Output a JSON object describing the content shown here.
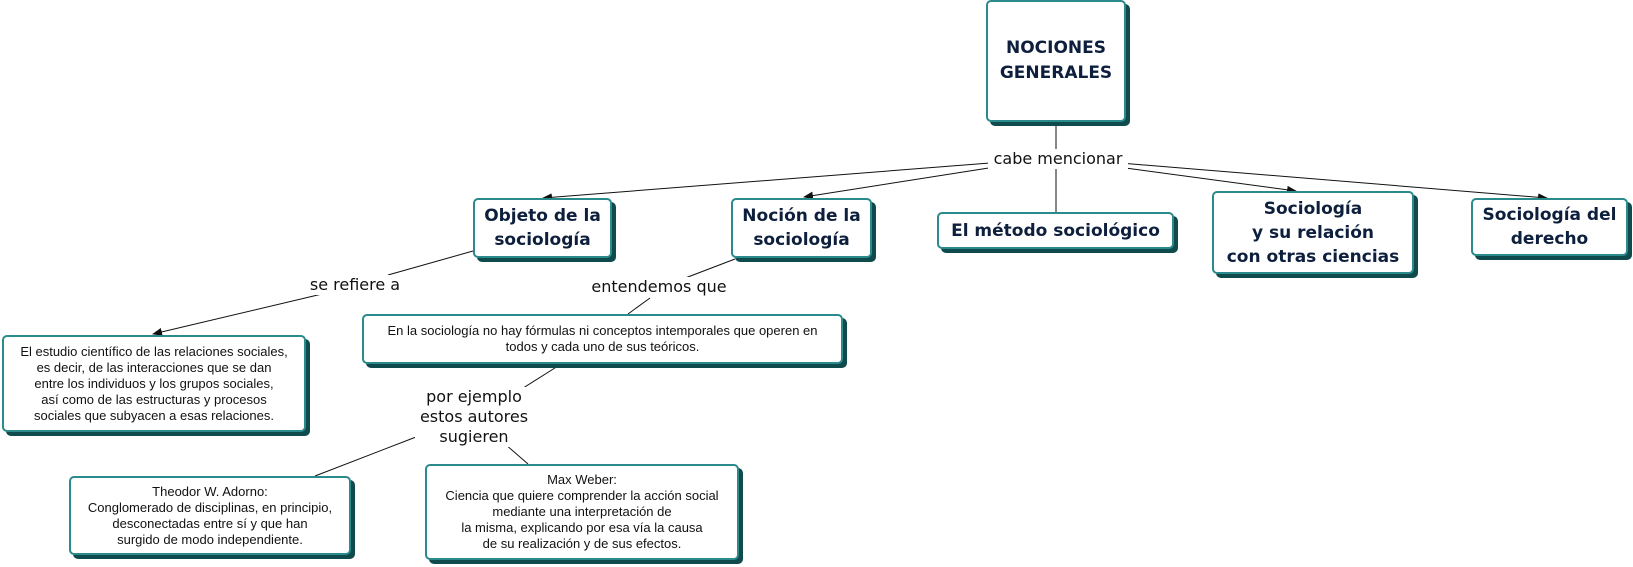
{
  "root": {
    "label": "NOCIONES\nGENERALES"
  },
  "root_link": {
    "label": "cabe mencionar"
  },
  "level1": [
    {
      "id": "objeto",
      "label": "Objeto de la\nsociología"
    },
    {
      "id": "nocion",
      "label": "Noción de la\nsociología"
    },
    {
      "id": "metodo",
      "label": "El método sociológico"
    },
    {
      "id": "relacion",
      "label": "Sociología\ny su relación\ncon otras ciencias"
    },
    {
      "id": "derecho",
      "label": "Sociología del\nderecho"
    }
  ],
  "links": {
    "refiere": "se refiere a",
    "entendemos": "entendemos que",
    "ejemplo": "por ejemplo\nestos autores\nsugieren"
  },
  "details": {
    "estudio": "El estudio científico de las relaciones sociales,\nes decir, de las interacciones que se dan\nentre los individuos y los grupos sociales,\nasí como de las estructuras y procesos\nsociales que subyacen a esas relaciones.",
    "formulas": "En la sociología no hay fórmulas ni conceptos intemporales que operen en\ntodos y cada uno de sus teóricos.",
    "adorno": "Theodor W. Adorno:\nConglomerado de disciplinas, en principio,\ndesconectadas entre sí y que han\nsurgido de modo independiente.",
    "weber": "Max Weber:\nCiencia que quiere comprender la acción social\nmediante una interpretación de\nla misma, explicando por esa vía la causa\nde su realización y de sus efectos."
  }
}
